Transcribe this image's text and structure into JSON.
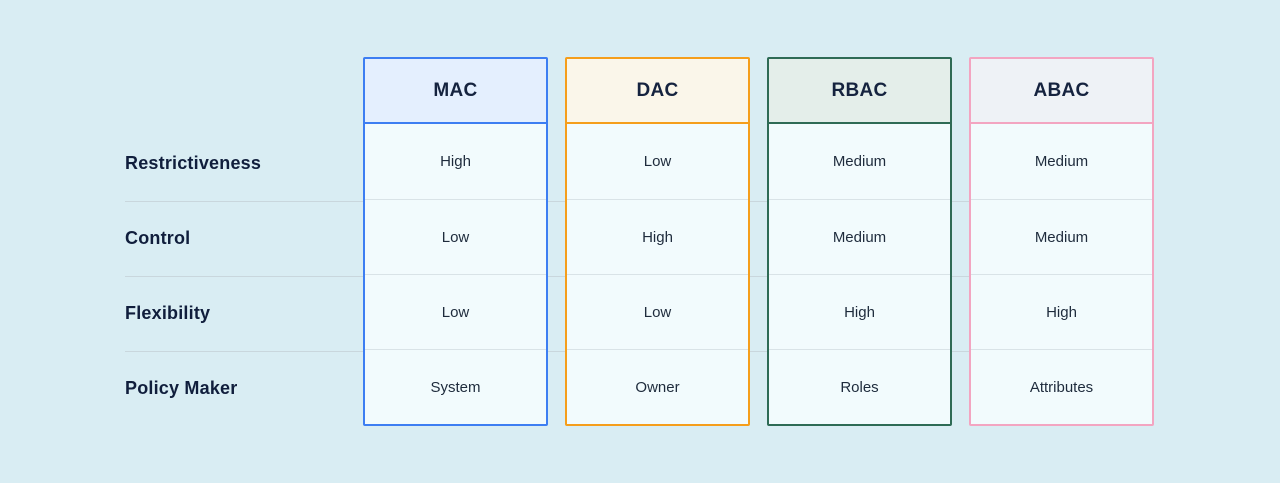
{
  "table": {
    "row_labels": [
      "Restrictiveness",
      "Control",
      "Flexibility",
      "Policy Maker"
    ],
    "columns": [
      {
        "name": "MAC",
        "border_color": "#3d7ef2",
        "header_bg": "#e4effe",
        "values": [
          "High",
          "Low",
          "Low",
          "System"
        ]
      },
      {
        "name": "DAC",
        "border_color": "#f59e1b",
        "header_bg": "#faf6ea",
        "values": [
          "Low",
          "High",
          "Low",
          "Owner"
        ]
      },
      {
        "name": "RBAC",
        "border_color": "#2e6b55",
        "header_bg": "#e4eeea",
        "values": [
          "Medium",
          "Medium",
          "High",
          "Roles"
        ]
      },
      {
        "name": "ABAC",
        "border_color": "#f3a5c1",
        "header_bg": "#eef2f6",
        "values": [
          "Medium",
          "Medium",
          "High",
          "Attributes"
        ]
      }
    ],
    "colors": {
      "page_bg": "#d9edf3",
      "cell_bg": "#f2fbfd",
      "divider": "#c9d7dd",
      "header_text": "#15233f",
      "label_text": "#101e3c",
      "cell_text": "#1e2b3c"
    }
  }
}
